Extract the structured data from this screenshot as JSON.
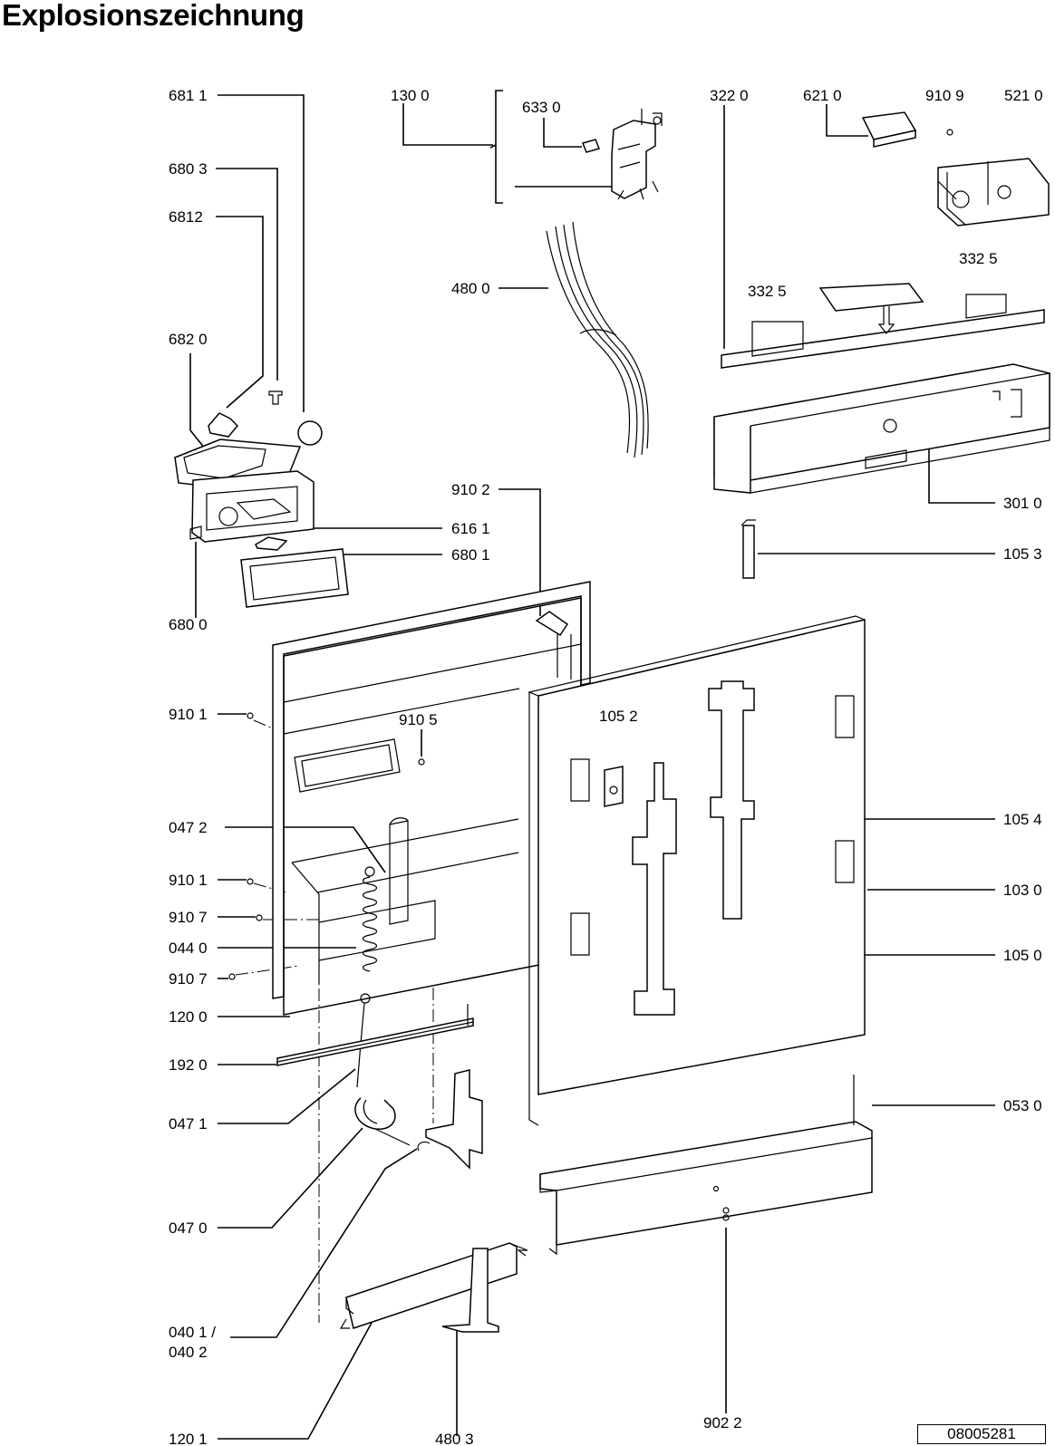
{
  "title": "Explosionszeichnung",
  "document_number": "08005281",
  "labels": {
    "p6811": "681 1",
    "p6803": "680 3",
    "p6812": "6812",
    "p6820": "682 0",
    "p6161": "616 1",
    "p6801": "680 1",
    "p6800": "680 0",
    "p1300": "130 0",
    "p6330": "633 0",
    "p4800": "480 0",
    "p3220": "322  0",
    "p6210": "621 0",
    "p9109": "910 9",
    "p5210": "521 0",
    "p3325a": "332  5",
    "p3325b": "332  5",
    "p3010": "301 0",
    "p1053": "105 3",
    "p9102": "910 2",
    "p9101a": "910 1",
    "p9105": "910 5",
    "p1052": "105 2",
    "p0472": "047 2",
    "p1054": "105 4",
    "p9101b": "910 1",
    "p1030": "103 0",
    "p9107a": "910 7",
    "p0440": "044 0",
    "p1050": "105 0",
    "p9107b": "910 7",
    "p1200": "120 0",
    "p1920": "192 0",
    "p0530": "053 0",
    "p0471": "047 1",
    "p0470": "047 0",
    "p0401a": "040 1 /",
    "p0401b": "040 2",
    "p1201": "120 1",
    "p4803": "480 3",
    "p9022": "902 2"
  }
}
